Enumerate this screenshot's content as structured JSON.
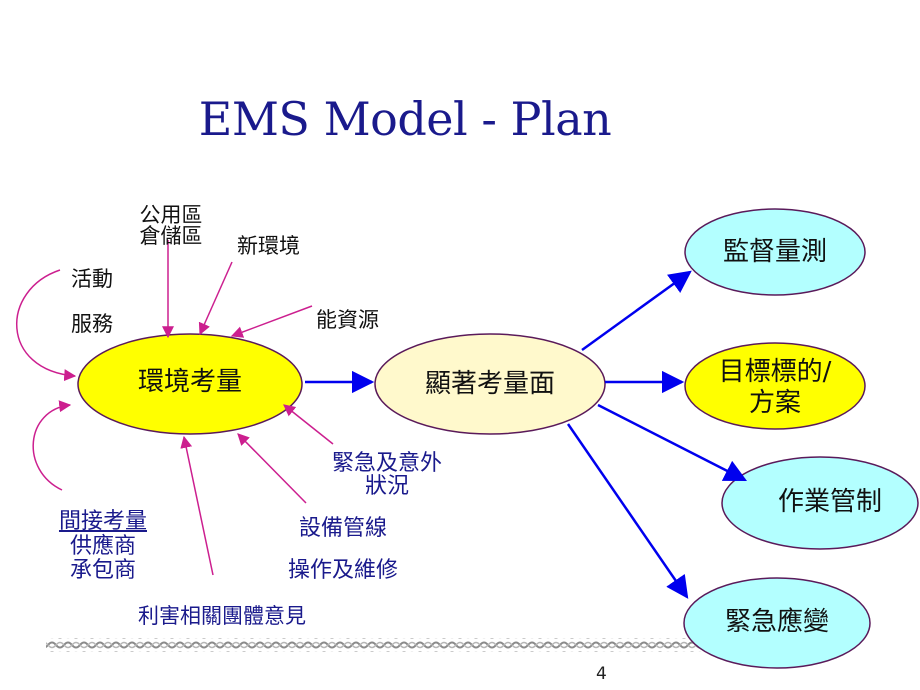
{
  "title": "EMS Model - Plan",
  "page_number": "4",
  "center_node": "環境考量",
  "middle_node": "顯著考量面",
  "outputs": {
    "monitor": "監督量測",
    "objectives_line1": "目標標的/",
    "objectives_line2": "方案",
    "operation": "作業管制",
    "emergency": "緊急應變"
  },
  "inputs": {
    "public_area_line1": "公用區",
    "public_area_line2": "倉儲區",
    "new_environment": "新環境",
    "activities": "活動",
    "services": "服務",
    "energy": "能資源",
    "emergency_line1": "緊急及意外",
    "emergency_line2": "狀況",
    "indirect_line1": "間接考量",
    "indirect_line2": "供應商",
    "indirect_line3": "承包商",
    "equipment_line1": "設備管線",
    "equipment_line2": "操作及維修",
    "stakeholder": "利害相關團體意見"
  },
  "colors": {
    "title": "#1a1a8c",
    "center_fill": "#ffff00",
    "middle_fill": "#fff9cc",
    "output_cyan": "#b3ffff",
    "output_yellow": "#ffff00",
    "blue_arrow": "#0000ee",
    "input_arrow": "#cc1f8f",
    "ellipse_stroke": "#5a1a5a"
  }
}
